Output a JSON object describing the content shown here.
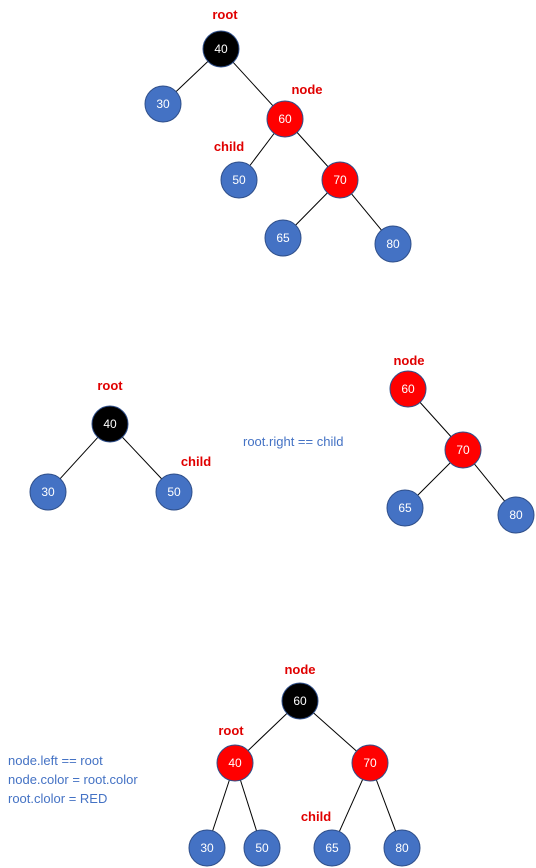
{
  "colors": {
    "black": "#000000",
    "red": "#ff0000",
    "blue": "#4472c4",
    "label": "#e00000",
    "note": "#4472c4"
  },
  "trees": [
    {
      "name": "before",
      "nodes": [
        {
          "id": "a40",
          "label": "40",
          "color": "black"
        },
        {
          "id": "a30",
          "label": "30",
          "color": "blue"
        },
        {
          "id": "a60",
          "label": "60",
          "color": "red"
        },
        {
          "id": "a50",
          "label": "50",
          "color": "blue"
        },
        {
          "id": "a70",
          "label": "70",
          "color": "red"
        },
        {
          "id": "a65",
          "label": "65",
          "color": "blue"
        },
        {
          "id": "a80",
          "label": "80",
          "color": "blue"
        }
      ],
      "edges": [
        [
          "a40",
          "a30"
        ],
        [
          "a40",
          "a60"
        ],
        [
          "a60",
          "a50"
        ],
        [
          "a60",
          "a70"
        ],
        [
          "a70",
          "a65"
        ],
        [
          "a70",
          "a80"
        ]
      ],
      "pointers": [
        {
          "node": "a40",
          "text": "root"
        },
        {
          "node": "a60",
          "text": "node"
        },
        {
          "node": "a50",
          "text": "child"
        }
      ]
    },
    {
      "name": "step-left",
      "nodes": [
        {
          "id": "b40",
          "label": "40",
          "color": "black"
        },
        {
          "id": "b30",
          "label": "30",
          "color": "blue"
        },
        {
          "id": "b50",
          "label": "50",
          "color": "blue"
        }
      ],
      "edges": [
        [
          "b40",
          "b30"
        ],
        [
          "b40",
          "b50"
        ]
      ],
      "pointers": [
        {
          "node": "b40",
          "text": "root"
        },
        {
          "node": "b50",
          "text": "child"
        }
      ]
    },
    {
      "name": "step-right",
      "nodes": [
        {
          "id": "c60",
          "label": "60",
          "color": "red"
        },
        {
          "id": "c70",
          "label": "70",
          "color": "red"
        },
        {
          "id": "c65",
          "label": "65",
          "color": "blue"
        },
        {
          "id": "c80",
          "label": "80",
          "color": "blue"
        }
      ],
      "edges": [
        [
          "c60",
          "c70"
        ],
        [
          "c70",
          "c65"
        ],
        [
          "c70",
          "c80"
        ]
      ],
      "pointers": [
        {
          "node": "c60",
          "text": "node"
        }
      ]
    },
    {
      "name": "after",
      "nodes": [
        {
          "id": "d60",
          "label": "60",
          "color": "black"
        },
        {
          "id": "d40",
          "label": "40",
          "color": "red"
        },
        {
          "id": "d70",
          "label": "70",
          "color": "red"
        },
        {
          "id": "d30",
          "label": "30",
          "color": "blue"
        },
        {
          "id": "d50",
          "label": "50",
          "color": "blue"
        },
        {
          "id": "d65",
          "label": "65",
          "color": "blue"
        },
        {
          "id": "d80",
          "label": "80",
          "color": "blue"
        }
      ],
      "edges": [
        [
          "d60",
          "d40"
        ],
        [
          "d60",
          "d70"
        ],
        [
          "d40",
          "d30"
        ],
        [
          "d40",
          "d50"
        ],
        [
          "d70",
          "d65"
        ],
        [
          "d70",
          "d80"
        ]
      ],
      "pointers": [
        {
          "node": "d60",
          "text": "node"
        },
        {
          "node": "d40",
          "text": "root"
        },
        {
          "node": "d65",
          "text": "child"
        }
      ]
    }
  ],
  "notes": {
    "middle": "root.right == child",
    "bottom": [
      "node.left == root",
      "node.color = root.color",
      "root.clolor = RED"
    ]
  }
}
